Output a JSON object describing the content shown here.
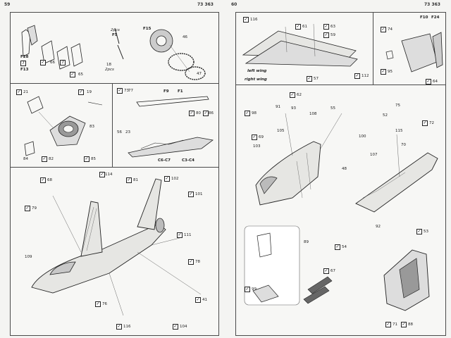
{
  "pages": {
    "left_number": "59",
    "left_code": "73 363",
    "right_number": "60",
    "right_code": "73 363"
  },
  "left_labels": {
    "f28": "F28",
    "f13": "F13",
    "q1": "7",
    "q2": "7",
    "p66": "66",
    "p65": "65",
    "spcs_top": "2pcs",
    "f5": "F5",
    "p18": "18",
    "spcs_bot": "2pcs",
    "f15": "F15",
    "p46": "46",
    "p47": "47",
    "p21": "21",
    "p19": "19",
    "p83": "83",
    "p84": "84",
    "p82": "82",
    "p85": "85",
    "p73": "73",
    "p77": "77",
    "f9": "F9",
    "f1": "F1",
    "p80": "80",
    "p86": "86",
    "p56": "56",
    "p23": "23",
    "c6c7": "C6-C7",
    "c3c4": "C3-C4",
    "p114": "114",
    "p68": "68",
    "p81": "81",
    "p102": "102",
    "p79": "79",
    "p101": "101",
    "p109": "109",
    "p111": "111",
    "p78": "78",
    "p41": "41",
    "p76": "76",
    "p116": "116",
    "p104": "104"
  },
  "right_labels": {
    "p116": "116",
    "p61": "61",
    "p63": "63",
    "p59": "59",
    "left_wing": "left wing",
    "right_wing": "right wing",
    "p112": "112",
    "p57": "57",
    "f10": "F10",
    "f24": "F24",
    "p74": "74",
    "p95": "95",
    "p64": "64",
    "p62": "62",
    "p98": "98",
    "p91": "91",
    "p93": "93",
    "p69": "69",
    "p105": "105",
    "p108": "108",
    "p55": "55",
    "p52": "52",
    "p75": "75",
    "p103": "103",
    "p100": "100",
    "p115": "115",
    "p72": "72",
    "p70": "70",
    "p107": "107",
    "p48": "48",
    "p92": "92",
    "p53": "53",
    "p54": "54",
    "p89": "89",
    "p67": "67",
    "p99": "99",
    "p71": "71",
    "p88": "88"
  },
  "colors": {
    "paper": "#f4f4f2",
    "line": "#222222",
    "panel_border": "#4a4a4a"
  }
}
